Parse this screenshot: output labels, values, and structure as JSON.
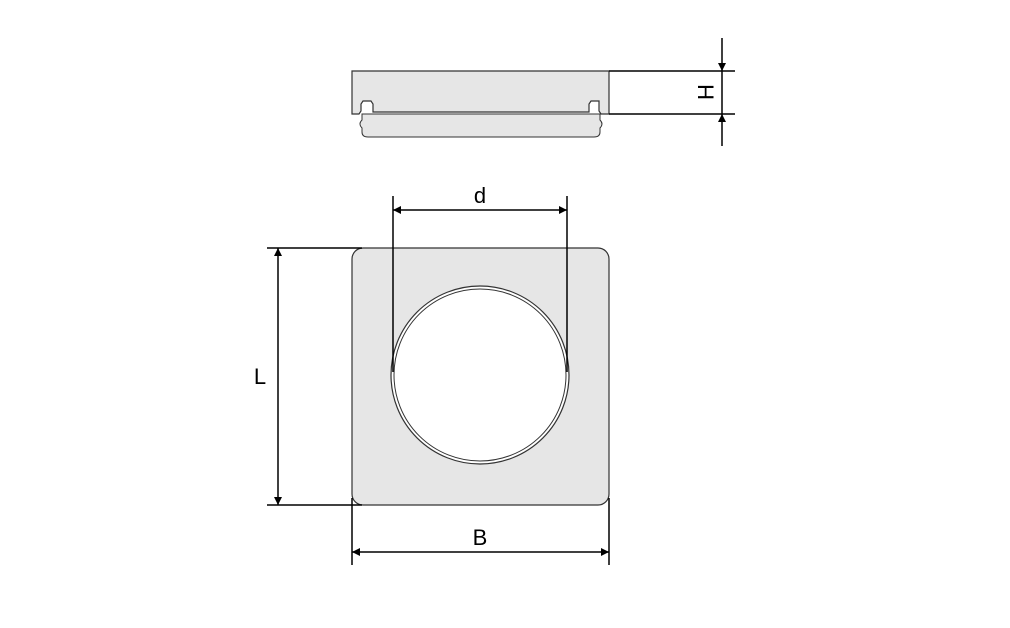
{
  "labels": {
    "height": "H",
    "diameter": "d",
    "length": "L",
    "width": "B"
  },
  "colors": {
    "part_fill": "#e6e6e6",
    "line": "#000000"
  }
}
